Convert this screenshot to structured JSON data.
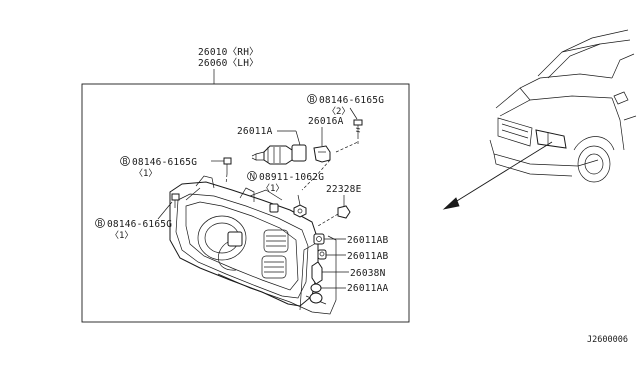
{
  "assembly": {
    "part_rh": "26010〈RH〉",
    "part_lh": "26060〈LH〉"
  },
  "callouts": {
    "bolt_top": {
      "prefix": "B",
      "part": "08146-6165G",
      "qty": "〈2〉"
    },
    "bolt_left": {
      "prefix": "B",
      "part": "08146-6165G",
      "qty": "〈1〉"
    },
    "bolt_bottom": {
      "prefix": "B",
      "part": "08146-6165G",
      "qty": "〈1〉"
    },
    "nut": {
      "prefix": "N",
      "part": "08911-1062G",
      "qty": "〈1〉"
    },
    "bulb_socket": "26011A",
    "bracket": "26016A",
    "clip": "22328E",
    "side_bulb_1": "26011AB",
    "side_bulb_2": "26011AB",
    "side_lamp": "26038N",
    "side_lamp_bulb": "26011AA"
  },
  "reference_code": "J2600006"
}
